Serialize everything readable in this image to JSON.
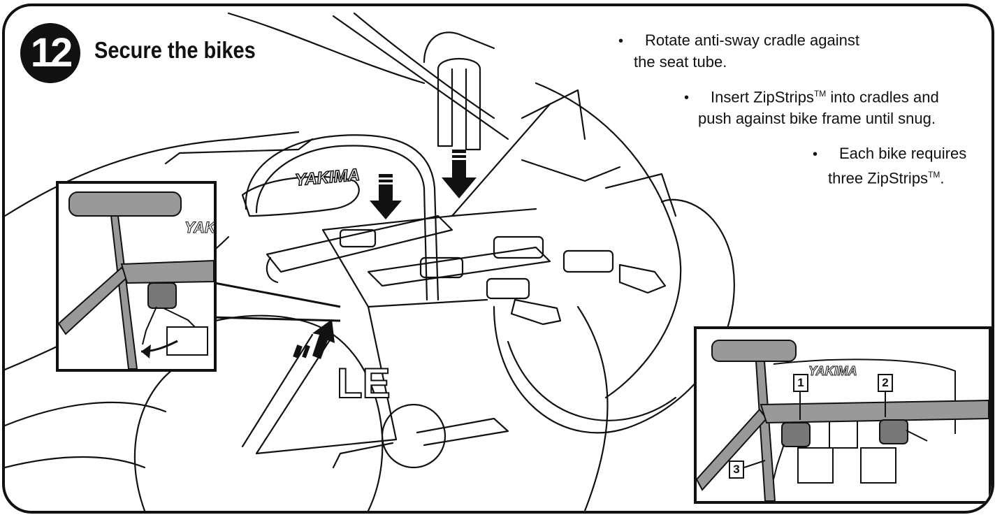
{
  "step": {
    "number": "12",
    "title": "Secure the bikes"
  },
  "instructions": [
    {
      "line1": "Rotate anti-sway cradle against",
      "line2": "the seat tube."
    },
    {
      "line1": "Insert ZipStrips",
      "line1_tm": "TM",
      "line1_rest": " into cradles and",
      "line2": "push against bike frame until snug."
    },
    {
      "line1": "Each bike requires",
      "line2": "three ZipStrips",
      "line2_tm": "TM",
      "line2_rest": "."
    }
  ],
  "bullet_glyph": "•",
  "illustration": {
    "rack_brand": "YAKIMA",
    "rack_brand_partial": "YAKI",
    "plate_text": "LE",
    "inset_brand": "YAKIMA",
    "callouts": [
      "1",
      "2",
      "3"
    ]
  }
}
